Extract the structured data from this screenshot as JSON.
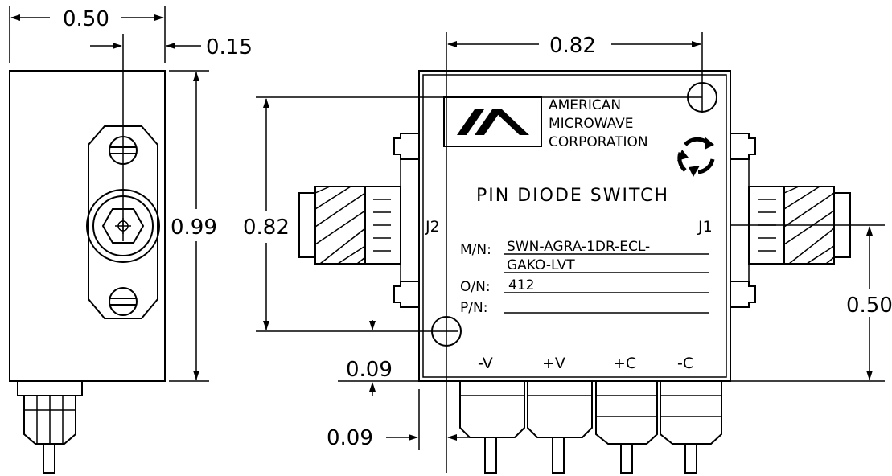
{
  "dimensions": {
    "side_width": "0.50",
    "side_offset": "0.15",
    "side_height": "0.99",
    "body_width": "0.82",
    "body_height": "0.82",
    "connector_height": "0.50",
    "hole_offset_y": "0.09",
    "hole_offset_x": "0.09"
  },
  "label": {
    "company_line1": "AMERICAN",
    "company_line2": "MICROWAVE",
    "company_line3": "CORPORATION",
    "product": "PIN DIODE SWITCH",
    "mn_label": "M/N:",
    "mn_value_1": "SWN-AGRA-1DR-ECL-",
    "mn_value_2": "GAKO-LVT",
    "on_label": "O/N:",
    "on_value": "412",
    "pn_label": "P/N:",
    "pn_value": ""
  },
  "ports": {
    "left": "J2",
    "right": "J1",
    "pin1": "-V",
    "pin2": "+V",
    "pin3": "+C",
    "pin4": "-C"
  }
}
